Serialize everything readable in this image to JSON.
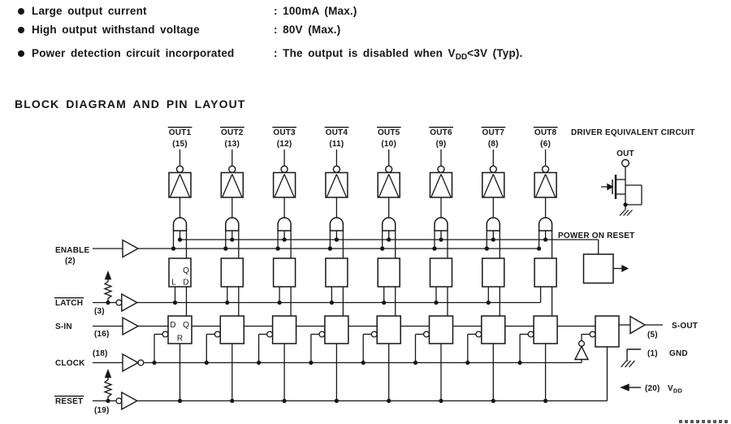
{
  "features": [
    {
      "label": "Large output current",
      "value_pre": ": 100mA (Max.)",
      "value_sub": "",
      "value_post": ""
    },
    {
      "label": "High output withstand voltage",
      "value_pre": ": 80V (Max.)",
      "value_sub": "",
      "value_post": ""
    },
    {
      "label": "Power detection circuit incorporated",
      "value_pre": ": The output is disabled when V",
      "value_sub": "DD",
      "value_post": "<3V (Typ)."
    }
  ],
  "section_heading": "BLOCK DIAGRAM AND PIN LAYOUT",
  "diagram": {
    "outputs": [
      {
        "label": "OUT1",
        "pin": "(15)"
      },
      {
        "label": "OUT2",
        "pin": "(13)"
      },
      {
        "label": "OUT3",
        "pin": "(12)"
      },
      {
        "label": "OUT4",
        "pin": "(11)"
      },
      {
        "label": "OUT5",
        "pin": "(10)"
      },
      {
        "label": "OUT6",
        "pin": "(9)"
      },
      {
        "label": "OUT7",
        "pin": "(8)"
      },
      {
        "label": "OUT8",
        "pin": "(6)"
      }
    ],
    "inputs": [
      {
        "label": "ENABLE",
        "pin": "(2)",
        "overline": false
      },
      {
        "label": "LATCH",
        "pin": "(3)",
        "overline": true
      },
      {
        "label": "S-IN",
        "pin": "(16)",
        "overline": false
      },
      {
        "label": "CLOCK",
        "pin": "(18)",
        "overline": false
      },
      {
        "label": "RESET",
        "pin": "(19)",
        "overline": true
      }
    ],
    "driver_equivalent_circuit": {
      "title": "DRIVER EQUIVALENT CIRCUIT",
      "out_label": "OUT"
    },
    "power_on_reset_label": "POWER ON RESET",
    "latch_cell_labels": {
      "q": "Q",
      "l": "L",
      "d": "D"
    },
    "ff_cell_labels": {
      "d": "D",
      "q": "Q",
      "r": "R"
    },
    "s_out": {
      "label": "S-OUT",
      "pin": "(5)"
    },
    "gnd": {
      "label": "GND",
      "pin": "(1)"
    },
    "vdd": {
      "label": "V",
      "sub": "DD",
      "pin": "(20)"
    }
  },
  "colors": {
    "ink": "#161616",
    "background": "#ffffff"
  }
}
